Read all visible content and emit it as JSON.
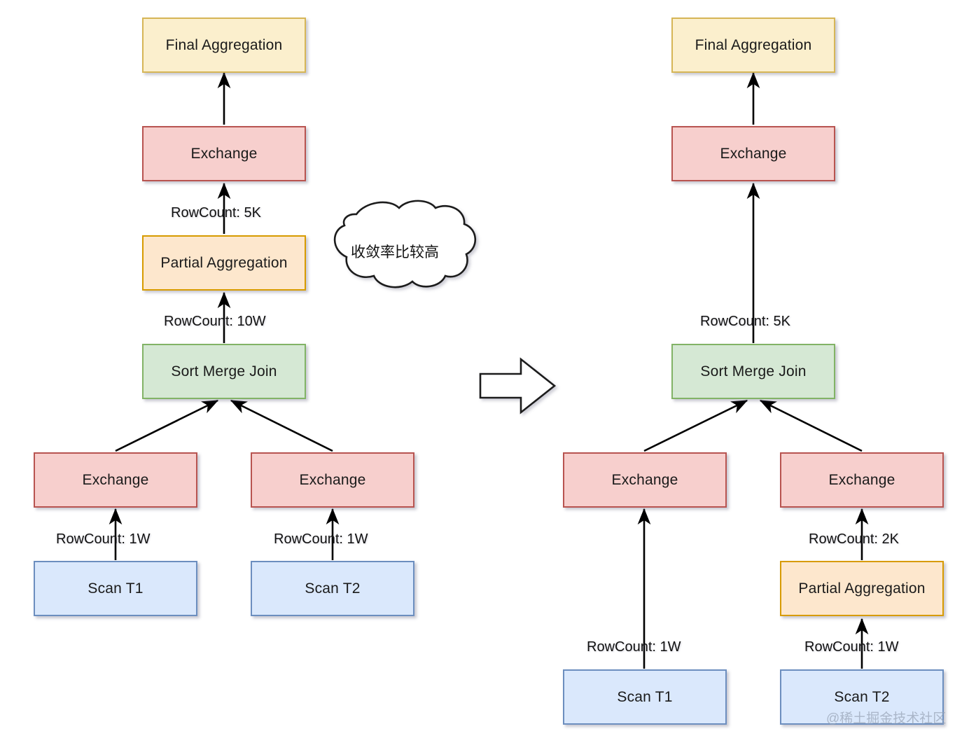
{
  "diagram": {
    "title": "Query plan aggregation pushdown comparison",
    "transform_arrow": "hollow-right-arrow",
    "annotation": {
      "shape": "cloud",
      "text": "收敛率比较高"
    },
    "watermark": "@稀土掘金技术社区",
    "colors": {
      "final_aggregation_fill": "#fbefcd",
      "final_aggregation_stroke": "#d6b656",
      "exchange_fill": "#f7cfcd",
      "exchange_stroke": "#b85450",
      "partial_aggregation_fill": "#fde7cd",
      "partial_aggregation_stroke": "#d79b00",
      "sort_merge_join_fill": "#d5e8d4",
      "sort_merge_join_stroke": "#82b366",
      "scan_fill": "#dae8fc",
      "scan_stroke": "#6c8ebf",
      "edge_stroke": "#000000",
      "background": "#ffffff"
    },
    "left_plan": {
      "nodes": {
        "final_aggregation": "Final Aggregation",
        "top_exchange": "Exchange",
        "partial_aggregation": "Partial Aggregation",
        "sort_merge_join": "Sort Merge Join",
        "left_exchange": "Exchange",
        "right_exchange": "Exchange",
        "left_scan": "Scan T1",
        "right_scan": "Scan T2"
      },
      "edge_labels": {
        "partial_to_exchange": "RowCount: 5K",
        "join_to_partial": "RowCount: 10W",
        "scan_t1_to_exchange": "RowCount: 1W",
        "scan_t2_to_exchange": "RowCount: 1W"
      }
    },
    "right_plan": {
      "nodes": {
        "final_aggregation": "Final Aggregation",
        "top_exchange": "Exchange",
        "sort_merge_join": "Sort Merge Join",
        "left_exchange": "Exchange",
        "right_exchange": "Exchange",
        "partial_aggregation": "Partial Aggregation",
        "left_scan": "Scan T1",
        "right_scan": "Scan T2"
      },
      "edge_labels": {
        "join_to_exchange": "RowCount: 5K",
        "partial_to_exchange": "RowCount: 2K",
        "scan_t1_to_exchange": "RowCount: 1W",
        "scan_t2_to_partial": "RowCount: 1W"
      }
    }
  }
}
